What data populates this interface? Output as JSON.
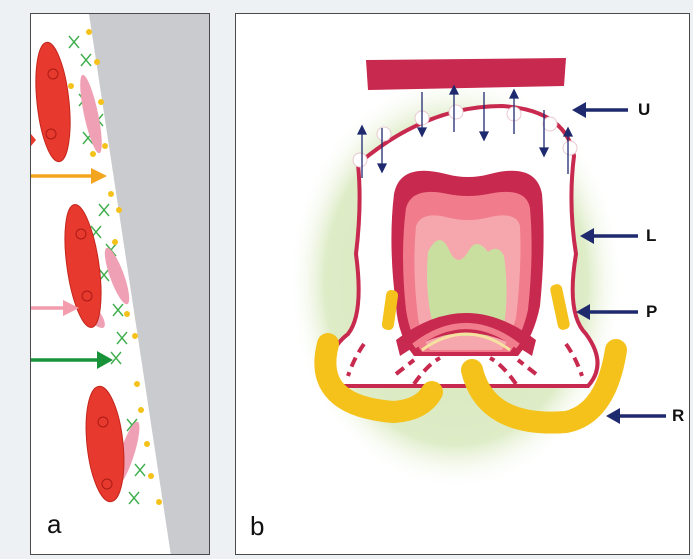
{
  "panels": {
    "a": {
      "label": "a"
    },
    "b": {
      "label": "b"
    }
  },
  "callouts": {
    "u": "U",
    "l": "L",
    "p": "P",
    "r": "R"
  },
  "colors": {
    "red_cell": "#e8392f",
    "pink": "#f0a0b4",
    "crimson": "#c8294e",
    "yellow": "#f5c21b",
    "green_cross": "#3fae4e",
    "grey_surface": "#c9cbce",
    "arrow_orange": "#f3a51f",
    "arrow_pink": "#f29cad",
    "arrow_green": "#19933a",
    "arrow_navy": "#1f2a6e",
    "halo_green": "#d4e6b5",
    "core_green": "#c8dfa0",
    "light_pink": "#f6a7ae"
  }
}
